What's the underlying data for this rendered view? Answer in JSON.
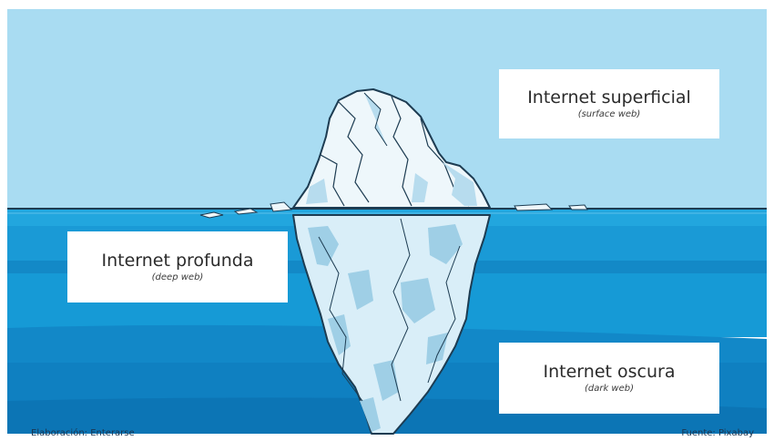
{
  "labels": {
    "surface": {
      "title": "Internet superficial",
      "subtitle": "(surface web)"
    },
    "deep": {
      "title": "Internet profunda",
      "subtitle": "(deep web)"
    },
    "dark": {
      "title": "Internet oscura",
      "subtitle": "(dark web)"
    }
  },
  "credits": {
    "left": "Elaboración: Enterarse",
    "right": "Fuente: Pixabay"
  },
  "colors": {
    "sky": "#a7dcf3",
    "water_top": "#1ea5df",
    "water_mid": "#1395d2",
    "water_deep": "#0f7fc0",
    "ice": "#eef7fb",
    "ice_shadow": "#a9d5ea",
    "outline": "#1d3c52"
  }
}
